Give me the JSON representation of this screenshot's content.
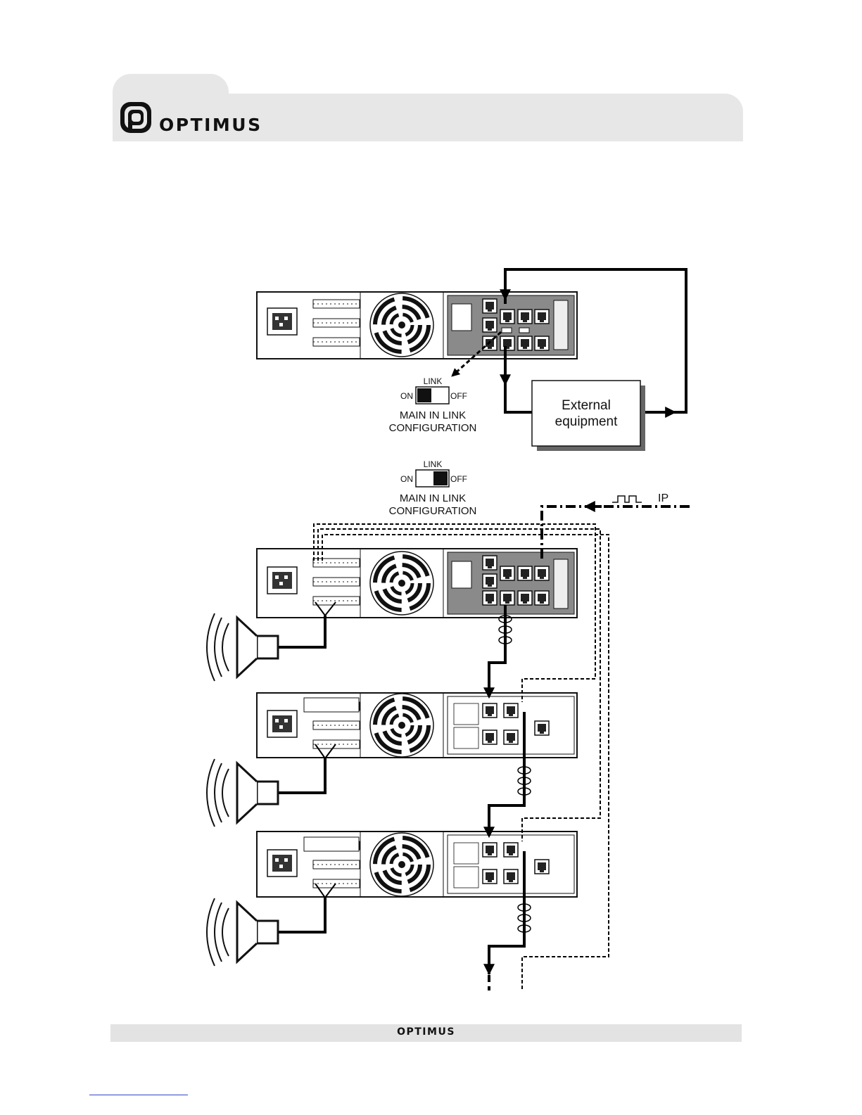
{
  "header": {
    "brand": "OPTIMUS"
  },
  "footer": {
    "brand": "OPTIMUS"
  },
  "external_equipment": {
    "line1": "External",
    "line2": "equipment"
  },
  "link_switch_on": {
    "title": "LINK",
    "on": "ON",
    "off": "OFF",
    "caption1": "MAIN IN LINK",
    "caption2": "CONFIGURATION",
    "state": "ON"
  },
  "link_switch_off": {
    "title": "LINK",
    "on": "ON",
    "off": "OFF",
    "caption1": "MAIN IN LINK",
    "caption2": "CONFIGURATION",
    "state": "OFF"
  },
  "ip_signal": {
    "label": "IP"
  }
}
